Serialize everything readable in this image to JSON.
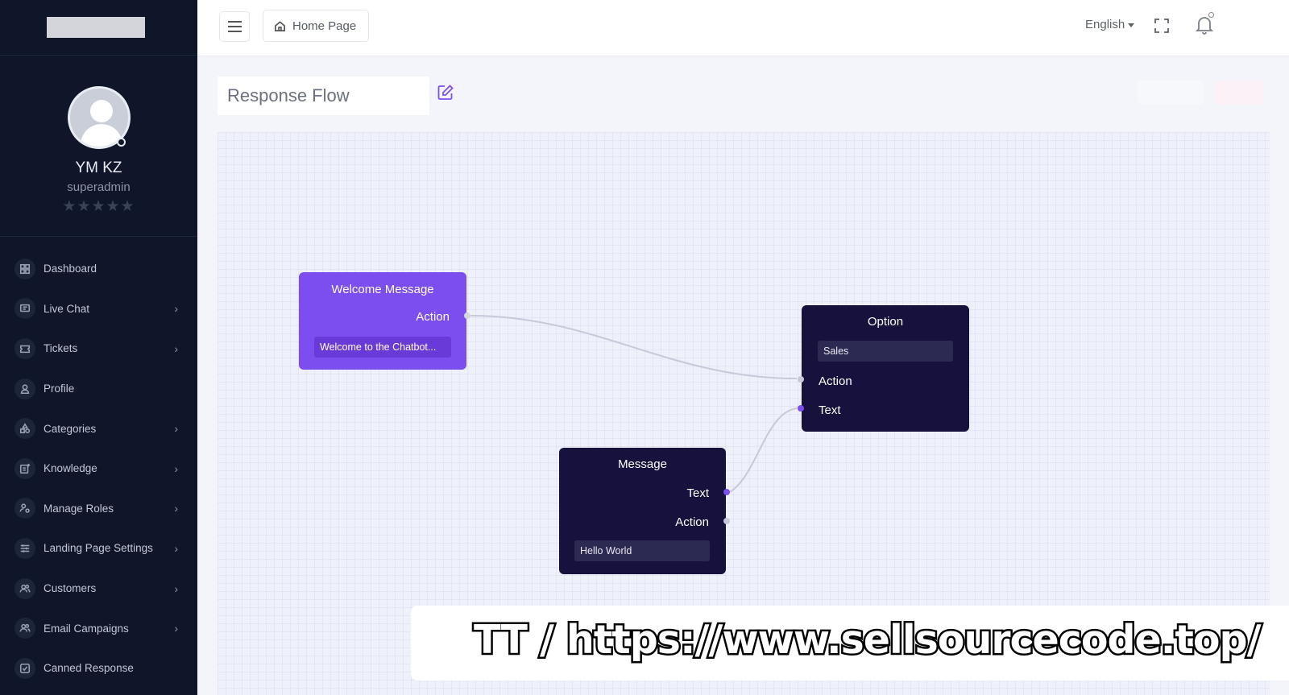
{
  "sidebar": {
    "profile": {
      "name": "YM KZ",
      "role": "superadmin",
      "stars": "★★★★★"
    },
    "items": [
      {
        "label": "Dashboard",
        "icon": "dashboard-icon",
        "has_children": false
      },
      {
        "label": "Live Chat",
        "icon": "chat-icon",
        "has_children": true
      },
      {
        "label": "Tickets",
        "icon": "ticket-icon",
        "has_children": true
      },
      {
        "label": "Profile",
        "icon": "user-icon",
        "has_children": false
      },
      {
        "label": "Categories",
        "icon": "shapes-icon",
        "has_children": true
      },
      {
        "label": "Knowledge",
        "icon": "note-add-icon",
        "has_children": true
      },
      {
        "label": "Manage Roles",
        "icon": "user-cog-icon",
        "has_children": true
      },
      {
        "label": "Landing Page Settings",
        "icon": "sliders-icon",
        "has_children": true
      },
      {
        "label": "Customers",
        "icon": "users-icon",
        "has_children": true
      },
      {
        "label": "Email Campaigns",
        "icon": "users-icon",
        "has_children": true
      },
      {
        "label": "Canned Response",
        "icon": "check-square-icon",
        "has_children": false
      }
    ]
  },
  "topbar": {
    "home_label": "Home Page",
    "language": "English"
  },
  "main": {
    "flow_name": "Response Flow"
  },
  "flow": {
    "welcome": {
      "title": "Welcome Message",
      "action_label": "Action",
      "field_value": "Welcome to the Chatbot..."
    },
    "option": {
      "title": "Option",
      "field_value": "Sales",
      "action_label": "Action",
      "text_label": "Text"
    },
    "message": {
      "title": "Message",
      "text_label": "Text",
      "action_label": "Action",
      "field_value": "Hello World"
    }
  },
  "colors": {
    "sidebar_bg": "#0f1629",
    "accent_purple": "#7c4ef0",
    "node_dark": "#16123d"
  },
  "watermark": {
    "text": "TT / https://www.sellsourcecode.top/"
  }
}
